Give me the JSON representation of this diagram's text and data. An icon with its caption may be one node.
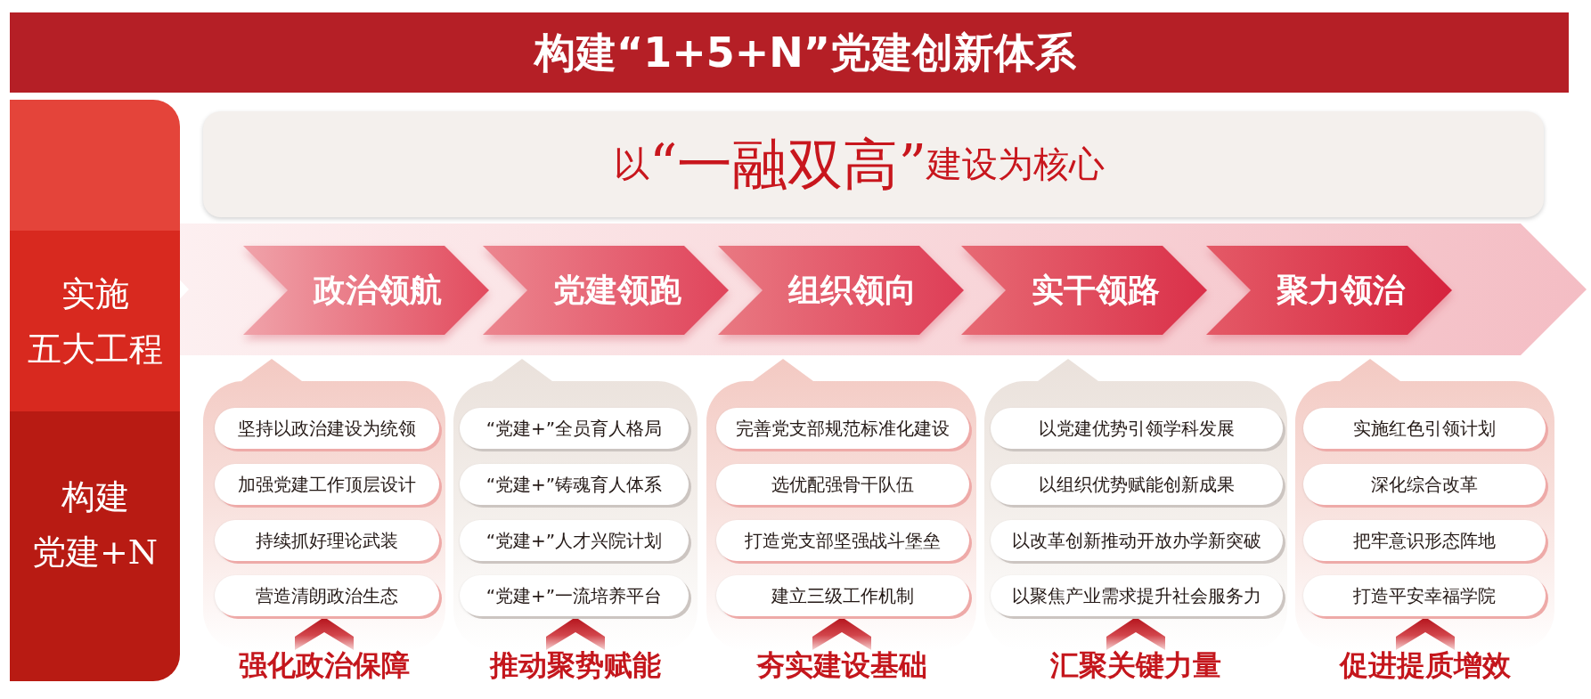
{
  "diagram": {
    "title": "构建“1+5+N”党建创新体系",
    "nodes": [
      {
        "text": [
          "以“一融双高”建设为核心"
        ]
      },
      {
        "text": [
          "实施五大工程"
        ]
      },
      {
        "text": [
          "政治领航"
        ]
      },
      {
        "text": [
          "党建领跑"
        ]
      },
      {
        "text": [
          "组织领向"
        ]
      },
      {
        "text": [
          "实干领路"
        ]
      },
      {
        "text": [
          "聚力领治"
        ]
      },
      {
        "text": [
          "构建党建+N"
        ]
      },
      {
        "text": [
          "强化政治保障"
        ]
      },
      {
        "text": [
          "坚持以政治建设为统领"
        ],
        "in": 8
      },
      {
        "text": [
          "加强党建工作顶层设计"
        ],
        "in": 8
      },
      {
        "text": [
          "持续抓好理论武装"
        ],
        "in": 8
      },
      {
        "text": [
          "营造清朗政治生态"
        ],
        "in": 8
      },
      {
        "text": [
          "推动聚势赋能"
        ]
      },
      {
        "text": [
          "“党建+”全员育人格局"
        ],
        "in": 13
      },
      {
        "text": [
          "“党建+”铸魂育人体系"
        ],
        "in": 13
      },
      {
        "text": [
          "“党建+”人才兴院计划"
        ],
        "in": 13
      },
      {
        "text": [
          "“党建+”一流培养平台"
        ],
        "in": 13
      },
      {
        "text": [
          "夯实建设基础"
        ]
      },
      {
        "text": [
          "完善党支部规范标准化建设"
        ],
        "in": 18
      },
      {
        "text": [
          "选优配强骨干队伍"
        ],
        "in": 18
      },
      {
        "text": [
          "打造党支部坚强战斗堡垒"
        ],
        "in": 18
      },
      {
        "text": [
          "建立三级工作机制"
        ],
        "in": 18
      },
      {
        "text": [
          "汇聚关键力量"
        ]
      },
      {
        "text": [
          "以党建优势引领学科发展"
        ],
        "in": 23
      },
      {
        "text": [
          "以组织优势赋能创新成果"
        ],
        "in": 23
      },
      {
        "text": [
          "以改革创新推动开放办学新突破"
        ],
        "in": 23
      },
      {
        "text": [
          "以聚焦产业需求提升社会服务力"
        ],
        "in": 23
      },
      {
        "text": [
          "促进提质增效"
        ]
      },
      {
        "text": [
          "实施红色引领计划"
        ],
        "in": 28
      },
      {
        "text": [
          "深化综合改革"
        ],
        "in": 28
      },
      {
        "text": [
          "把牢意识形态阵地"
        ],
        "in": 28
      },
      {
        "text": [
          "打造平安幸福学院"
        ],
        "in": 28
      }
    ]
  }
}
